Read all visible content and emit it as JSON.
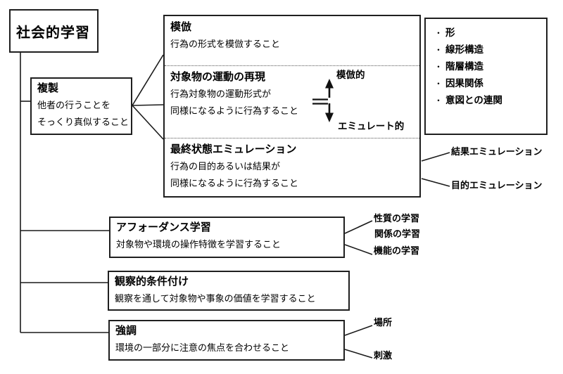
{
  "page": {
    "background": "#ffffff",
    "line_color": "#1a1a1a",
    "border_color": "#1f1f1f"
  },
  "root": {
    "title": "社会的学習"
  },
  "replication": {
    "title": "複製",
    "lines": [
      "他者の行うことを",
      "そっくり真似すること"
    ]
  },
  "copy_group": {
    "sections": [
      {
        "title": "模倣",
        "lines": [
          "行為の形式を模倣すること"
        ]
      },
      {
        "title": "対象物の運動の再現",
        "lines": [
          "行為対象物の運動形式が",
          "同様になるように行為すること"
        ]
      },
      {
        "title": "最終状態エミュレーション",
        "lines": [
          "行為の目的あるいは結果が",
          "同様になるように行為すること"
        ]
      }
    ],
    "arrow": {
      "top_label": "模倣的",
      "bottom_label": "エミュレート的"
    }
  },
  "features": {
    "bullet": "・",
    "items": [
      "形",
      "線形構造",
      "階層構造",
      "因果関係",
      "意図との連関"
    ]
  },
  "emulation": {
    "labels": [
      "結果エミュレーション",
      "目的エミュレーション"
    ]
  },
  "affordance": {
    "title": "アフォーダンス学習",
    "line": "対象物や環境の操作特徴を学習すること",
    "labels": [
      "性質の学習",
      "関係の学習",
      "機能の学習"
    ]
  },
  "observational": {
    "title": "観察的条件付け",
    "line": "観察を通して対象物や事象の価値を学習すること"
  },
  "emphasis": {
    "title": "強調",
    "line": "環境の一部分に注意の焦点を合わせること",
    "labels": [
      "場所",
      "刺激"
    ]
  }
}
